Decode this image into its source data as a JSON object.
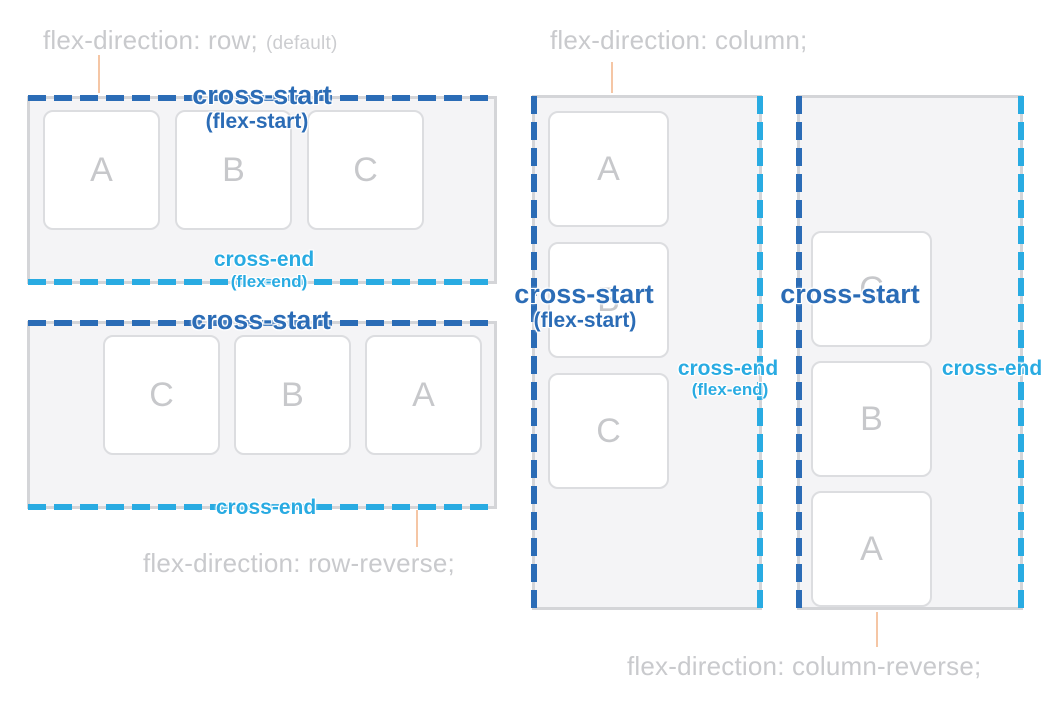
{
  "direction_labels": {
    "row": "flex-direction: row;",
    "row_suffix": "(default)",
    "row_reverse": "flex-direction: row-reverse;",
    "column": "flex-direction: column;",
    "column_reverse": "flex-direction: column-reverse;"
  },
  "annotations": {
    "cross_start": "cross-start",
    "flex_start_paren": "(flex-start)",
    "cross_end": "cross-end",
    "flex_end_paren": "(flex-end)"
  },
  "containers": {
    "row": {
      "items": [
        "A",
        "B",
        "C"
      ]
    },
    "row_reverse": {
      "items": [
        "C",
        "B",
        "A"
      ]
    },
    "column": {
      "items": [
        "A",
        "B",
        "C"
      ]
    },
    "column_reverse": {
      "items": [
        "C",
        "B",
        "A"
      ]
    }
  },
  "colors": {
    "cross_start_blue": "#2b6cb6",
    "cross_end_cyan": "#29abe2",
    "label_gray": "#c9cacd",
    "connector_peach": "#f5c6a5",
    "container_background": "#f4f4f6",
    "container_border": "#d4d5d8"
  }
}
